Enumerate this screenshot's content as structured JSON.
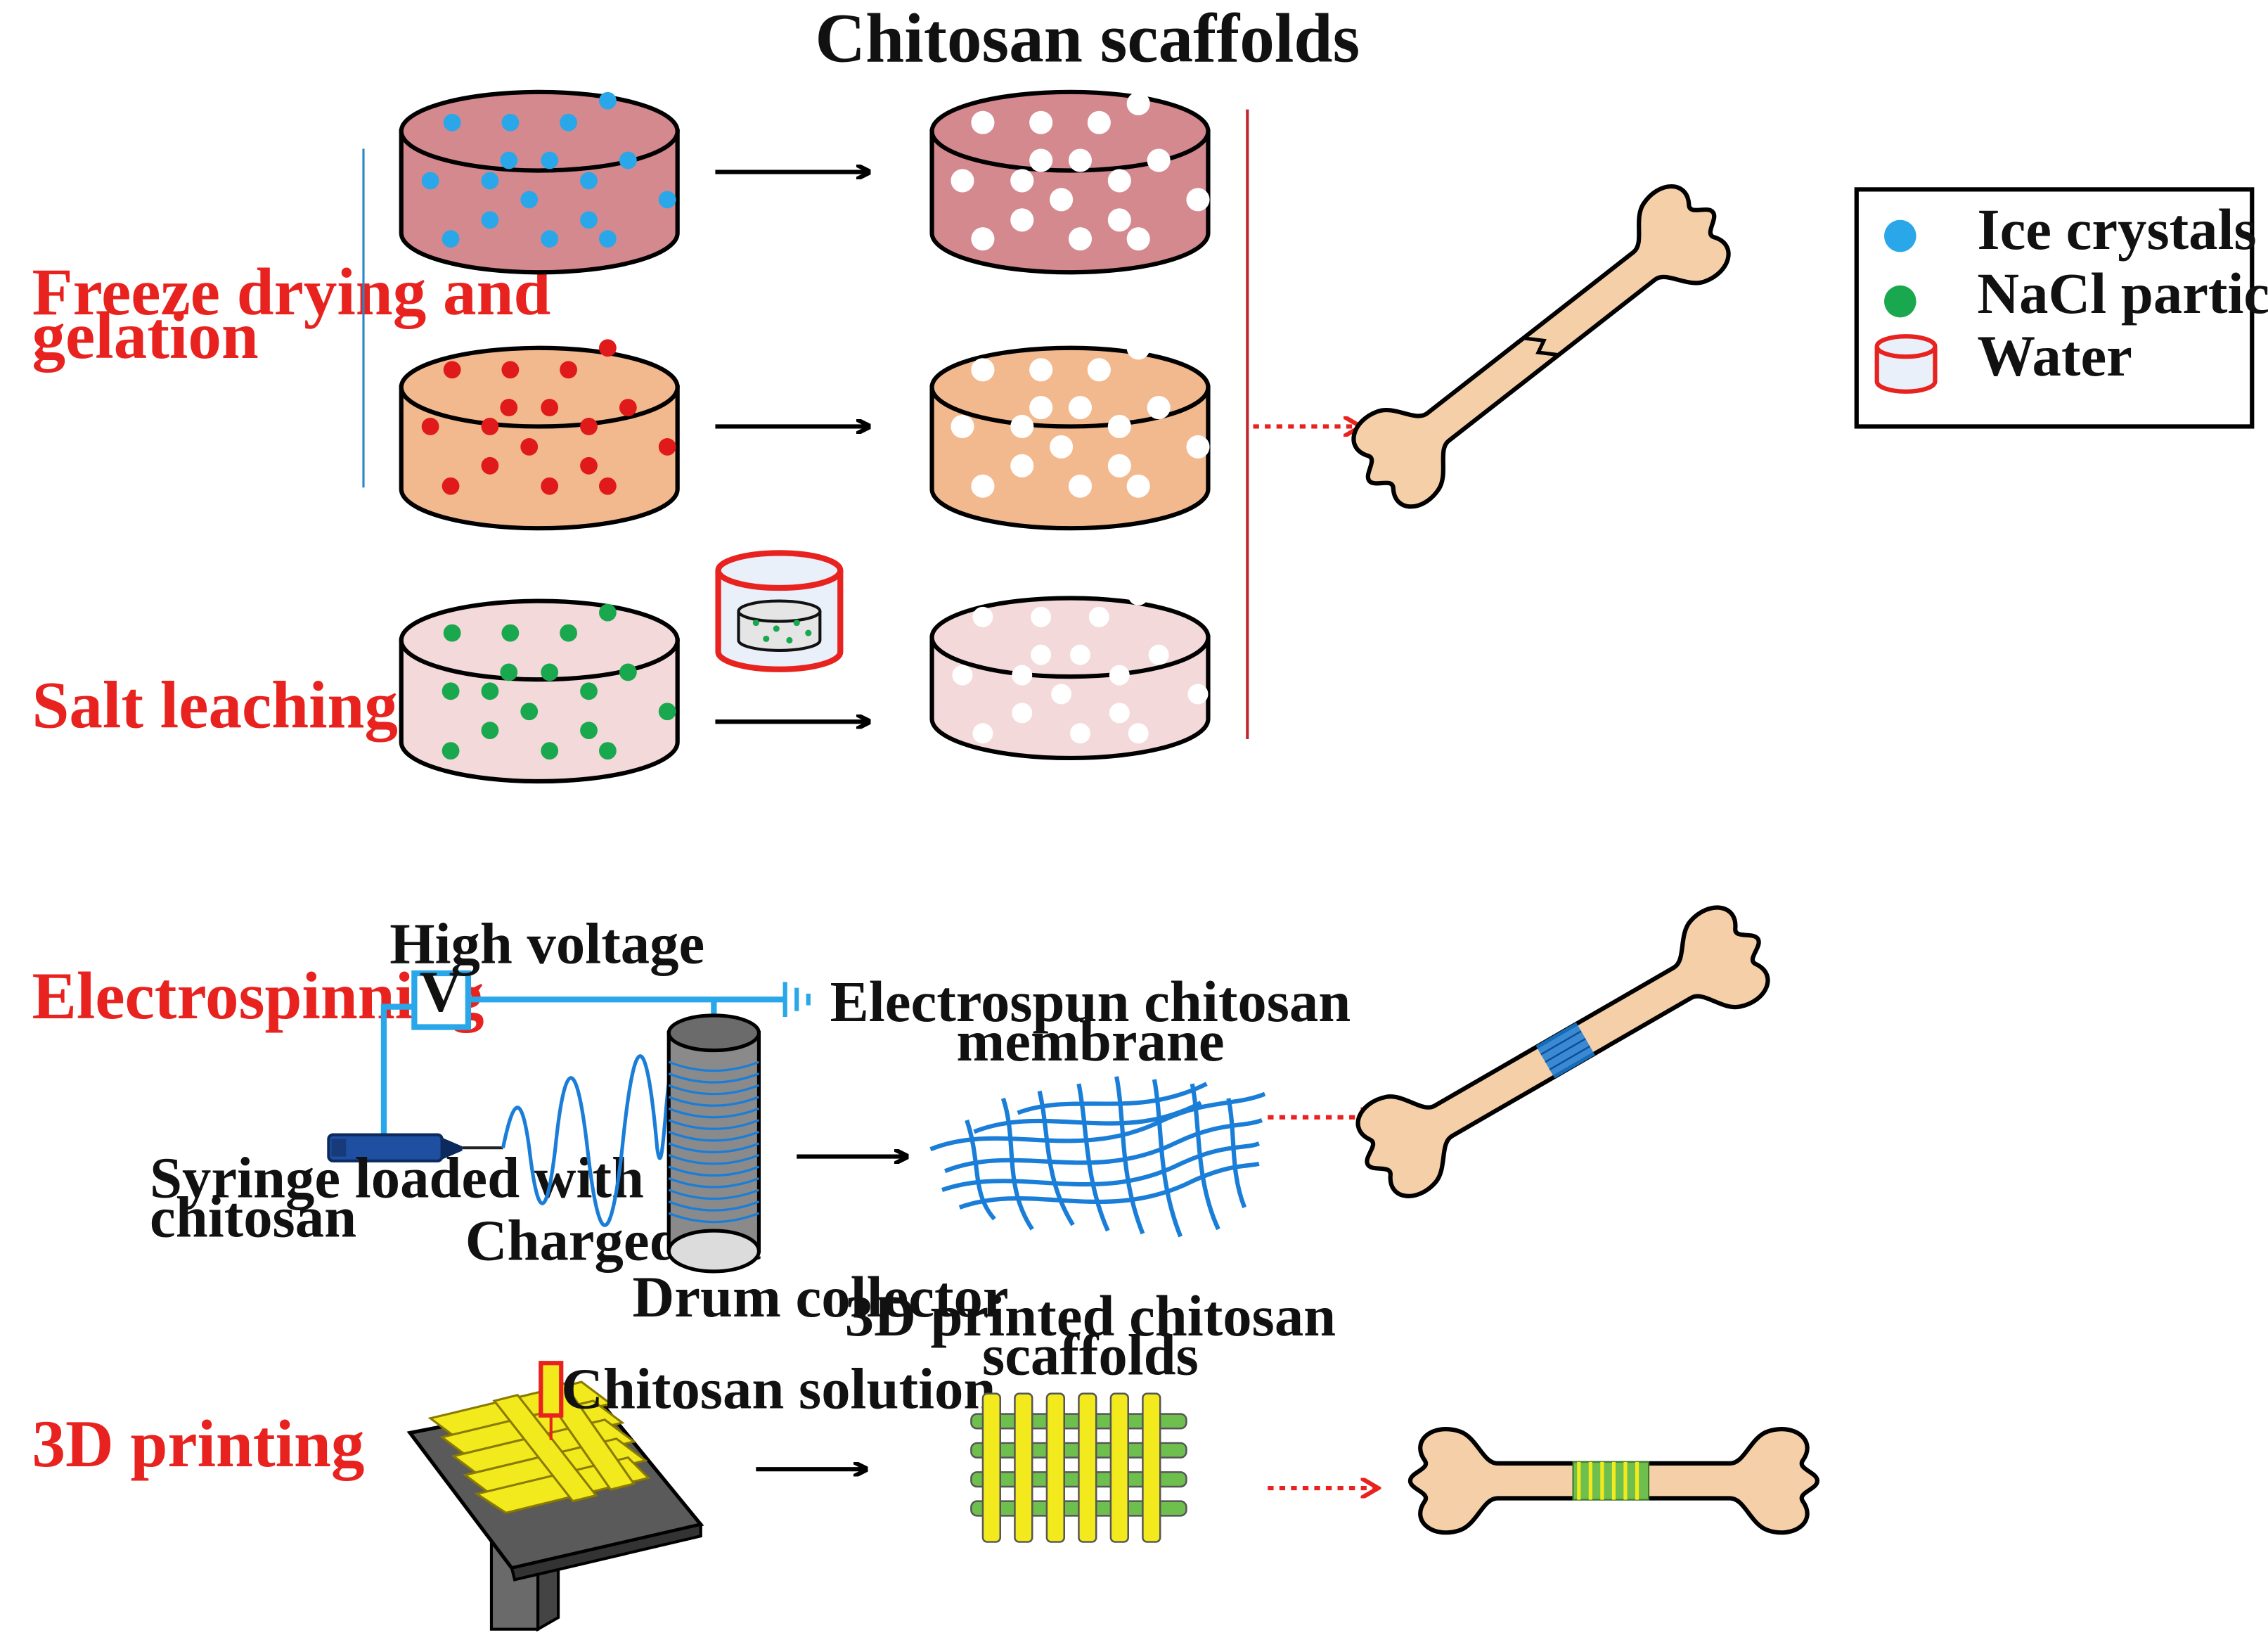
{
  "header": {
    "title": "Chitosan scaffolds"
  },
  "methods": {
    "freeze_drying": "Freeze drying and gelation",
    "freeze_drying_line1": "Freeze drying and",
    "freeze_drying_line2": "gelation",
    "salt_leaching": "Salt leaching",
    "electrospinning": "Electrospinning",
    "printing_3d": "3D printing"
  },
  "legend": {
    "items": [
      {
        "label": "Ice crystals",
        "symbol": "blue-dot-icon",
        "color": "#29a7e8"
      },
      {
        "label": "NaCl particles",
        "symbol": "green-dot-icon",
        "color": "#1aa84f"
      },
      {
        "label": "Water",
        "symbol": "water-cup-icon",
        "color": "#e8231f"
      }
    ]
  },
  "electrospinning": {
    "high_voltage": "High voltage",
    "voltage_symbol": "V",
    "syringe_line1": "Syringe loaded with",
    "syringe_line2": "chitosan",
    "charged_jet": "Charged jet",
    "drum_collector": "Drum collector",
    "product_line1": "Electrospun chitosan",
    "product_line2": "membrane"
  },
  "printing": {
    "solution": "Chitosan solution",
    "product_line1": "3D printed chitosan",
    "product_line2": "scaffolds"
  },
  "colors": {
    "method_label": "#e8231f",
    "ice_crystal": "#29a7e8",
    "nacl_particle": "#1aa84f",
    "pink_matrix": "#d4898f",
    "orange_matrix": "#f3b98e",
    "light_matrix": "#f3d9d9",
    "bone": "#f5cfa8",
    "fiber_blue": "#1a7ed8",
    "print_yellow": "#f2ea1c"
  }
}
